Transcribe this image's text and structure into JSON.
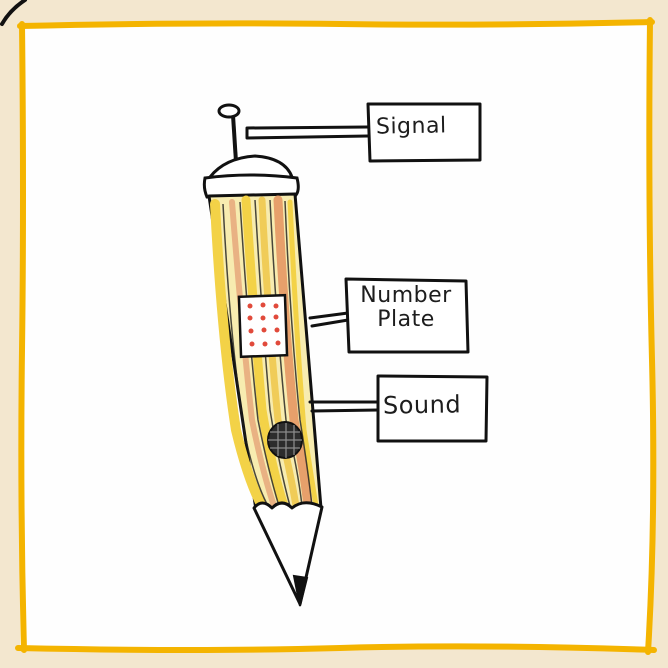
{
  "labels": {
    "signal": "Signal",
    "number_plate_line1": "Number",
    "number_plate_line2": "Plate",
    "sound": "Sound"
  },
  "colors": {
    "frame": "#f4b400",
    "ink": "#1d1d1d",
    "pencil_yellow": "#f3d247",
    "pencil_orange": "#e7a06b",
    "plate_red": "#e14a3b"
  }
}
